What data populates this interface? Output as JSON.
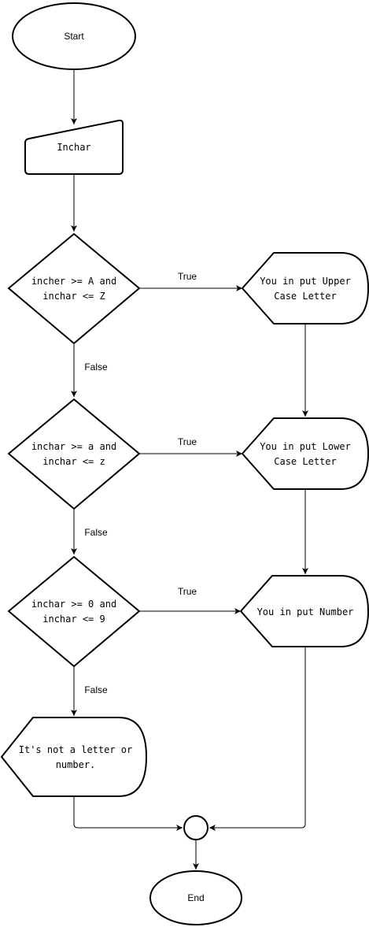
{
  "nodes": {
    "start": "Start",
    "input": "Inchar",
    "decision1": [
      "incher >= A and",
      "inchar <= Z"
    ],
    "output_upper": [
      "You in put Upper",
      "Case Letter"
    ],
    "decision2": [
      "inchar >= a and",
      "inchar <= z"
    ],
    "output_lower": [
      "You in put Lower",
      "Case Letter"
    ],
    "decision3": [
      "inchar >= 0 and",
      "inchar <= 9"
    ],
    "output_number": "You in put Number",
    "output_other": [
      "It's not a letter or",
      "number."
    ],
    "end": "End"
  },
  "edges": {
    "true_label": "True",
    "false_label": "False"
  }
}
